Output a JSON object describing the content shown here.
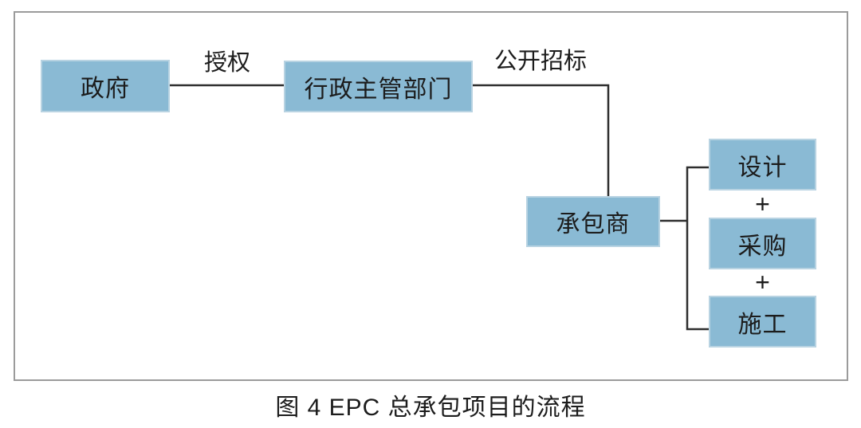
{
  "figure": {
    "caption": "图 4 EPC 总承包项目的流程"
  },
  "diagram": {
    "nodes": {
      "government": {
        "label": "政府"
      },
      "admin_dept": {
        "label": "行政主管部门"
      },
      "contractor": {
        "label": "承包商"
      },
      "design": {
        "label": "设计"
      },
      "procurement": {
        "label": "采购"
      },
      "construction": {
        "label": "施工"
      }
    },
    "edge_labels": {
      "authorize": "授权",
      "public_bidding": "公开招标"
    },
    "operators": {
      "plus_design_procurement": "+",
      "plus_procurement_construction": "+"
    },
    "colors": {
      "node_fill": "#8ABAD4",
      "node_rim": "#B8D3E2",
      "connector_line": "#2e2e2e",
      "frame_border": "#9B9B9B",
      "text": "#1C1C1C",
      "background": "#FFFFFF"
    }
  }
}
